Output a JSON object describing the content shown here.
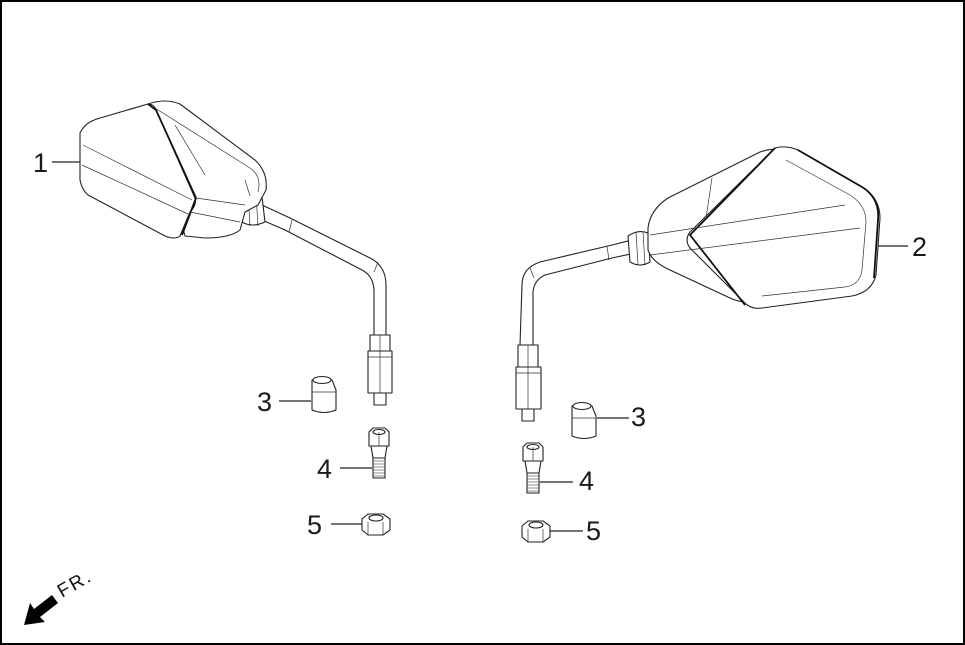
{
  "diagram": {
    "type": "exploded-parts-diagram",
    "subject": "rear view mirrors assembly",
    "orientation_indicator": {
      "label": "FR.",
      "arrow_direction": "down-left"
    },
    "callouts": [
      {
        "id": "1",
        "label": "1",
        "part": "left mirror"
      },
      {
        "id": "2",
        "label": "2",
        "part": "right mirror"
      },
      {
        "id": "3L",
        "label": "3",
        "part": "cover cap (left)"
      },
      {
        "id": "3R",
        "label": "3",
        "part": "cover cap (right)"
      },
      {
        "id": "4L",
        "label": "4",
        "part": "adapter bolt (left)"
      },
      {
        "id": "4R",
        "label": "4",
        "part": "adapter bolt (right)"
      },
      {
        "id": "5L",
        "label": "5",
        "part": "hex nut (left)"
      },
      {
        "id": "5R",
        "label": "5",
        "part": "hex nut (right)"
      }
    ],
    "colors": {
      "line": "#222222",
      "background": "#ffffff",
      "border": "#000000"
    }
  }
}
